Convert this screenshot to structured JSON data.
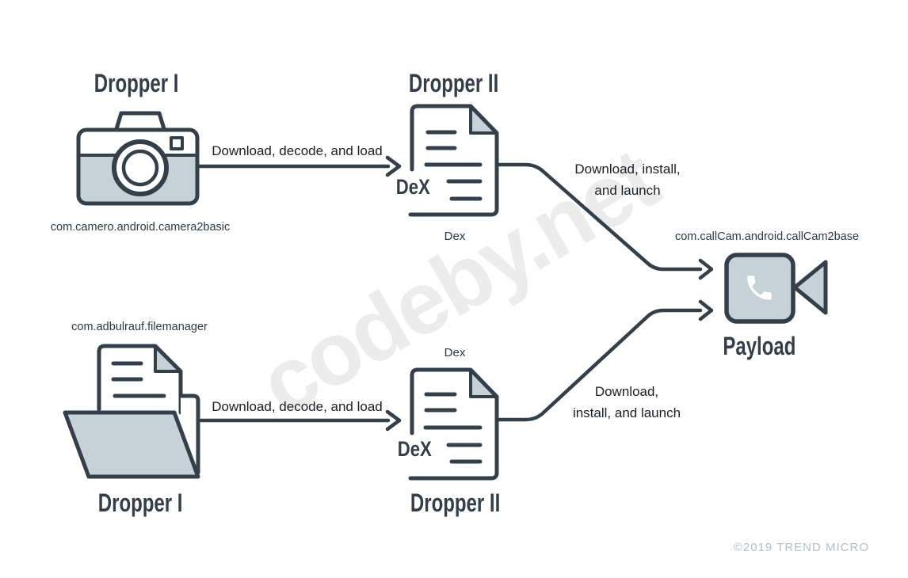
{
  "watermark": {
    "text": "codeby.net"
  },
  "footer": {
    "copyright": "©2019 TREND MICRO"
  },
  "colors": {
    "stroke_dark": "#333f49",
    "shape_fill": "#c6d2d8",
    "label_text": "#1b1e22",
    "watermark": "#ececec",
    "copyright_text": "#b8bec4"
  },
  "payload": {
    "title": "Payload",
    "package": "com.callCam.android.callCam2base",
    "icon": "video-call-camera-icon"
  },
  "flow_top": {
    "dropper1_title": "Dropper I",
    "dropper1_package": "com.camero.android.camera2basic",
    "dropper1_icon": "camera-icon",
    "step1_label": "Download, decode, and load",
    "dropper2_title": "Dropper II",
    "dropper2_file_label": "DeX",
    "dropper2_file_type": "Dex",
    "dropper2_icon": "dex-document-icon",
    "step2_label_line1": "Download, install,",
    "step2_label_line2": "and launch"
  },
  "flow_bottom": {
    "dropper1_title": "Dropper I",
    "dropper1_package": "com.adbulrauf.filemanager",
    "dropper1_icon": "folder-document-icon",
    "step1_label": "Download, decode, and load",
    "dropper2_title": "Dropper II",
    "dropper2_file_label": "DeX",
    "dropper2_file_type": "Dex",
    "dropper2_icon": "dex-document-icon",
    "step2_label_line1": "Download,",
    "step2_label_line2": "install, and launch"
  }
}
